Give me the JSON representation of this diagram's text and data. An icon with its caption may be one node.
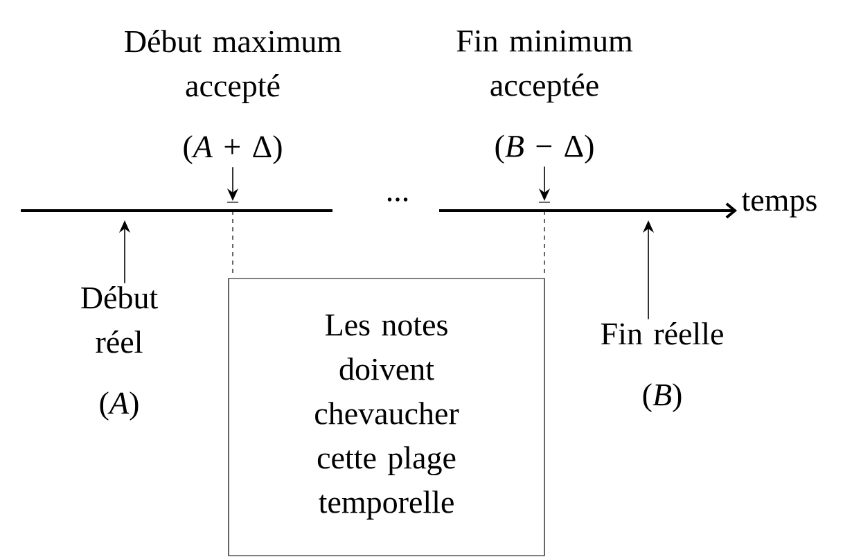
{
  "diagram": {
    "nodes": [
      {
        "text": [
          "Début maximum accepté",
          "(*A* + Δ)"
        ]
      },
      {
        "text": [
          "Fin minimum acceptée",
          "(*B* − Δ)"
        ]
      },
      {
        "text": [
          "Début réel",
          "(*A*)"
        ]
      },
      {
        "text": [
          "Fin réelle",
          "(*B*)"
        ]
      },
      {
        "text": [
          "Les notes doivent chevaucher cette plage temporelle"
        ]
      }
    ],
    "edges": [
      {
        "from": 0,
        "to": null,
        "arrow": "to"
      },
      {
        "from": 1,
        "to": null,
        "arrow": "to"
      },
      {
        "from": 2,
        "to": null,
        "arrow": "to"
      },
      {
        "from": 3,
        "to": null,
        "arrow": "to"
      }
    ],
    "labels": [
      "...",
      "temps"
    ]
  }
}
